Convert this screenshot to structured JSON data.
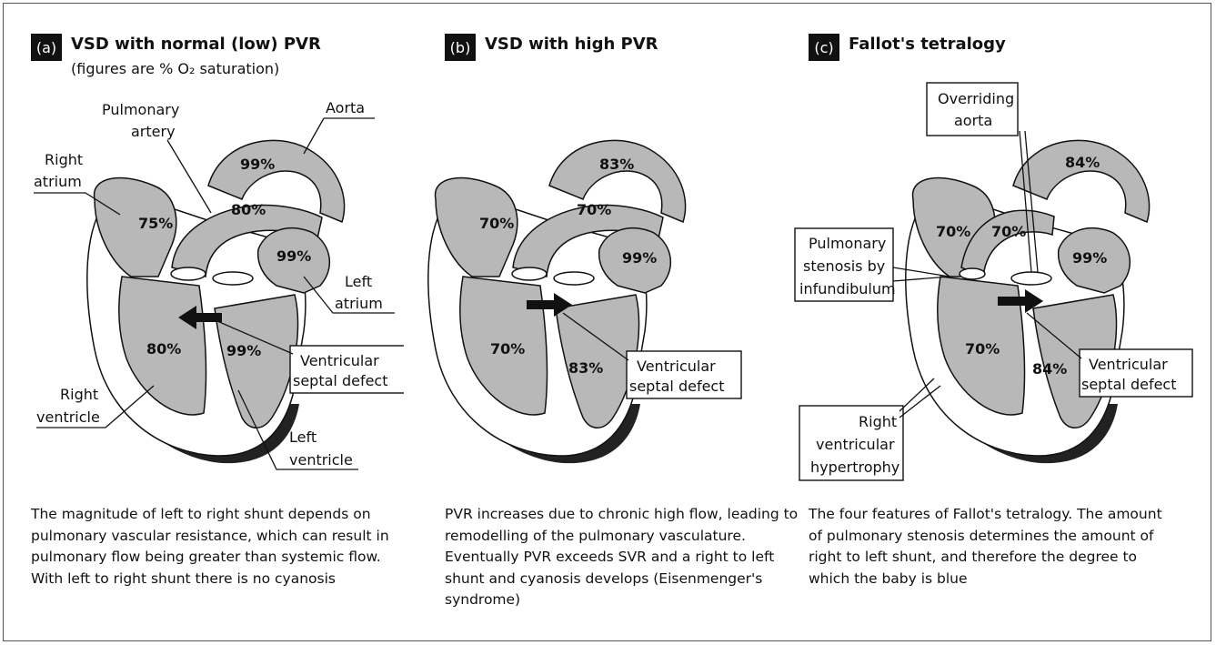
{
  "panels": [
    {
      "tag": "(a)",
      "title": "VSD with normal (low) PVR",
      "subtitle": "(figures are % O₂ saturation)",
      "values": {
        "aorta": "99%",
        "pulmonary_artery": "80%",
        "right_atrium": "75%",
        "left_atrium": "99%",
        "right_ventricle": "80%",
        "left_ventricle": "99%"
      },
      "labels": {
        "pulmonary_artery": "Pulmonary artery",
        "aorta": "Aorta",
        "right_atrium": "Right atrium",
        "left_atrium": "Left atrium",
        "vsd": "Ventricular septal defect",
        "right_ventricle": "Right ventricle",
        "left_ventricle": "Left ventricle"
      },
      "caption": "The magnitude of left to right shunt depends on pulmonary vascular resistance, which can result in pulmonary flow being greater than systemic flow. With left to right shunt there is no cyanosis"
    },
    {
      "tag": "(b)",
      "title": "VSD with high PVR",
      "values": {
        "aorta": "83%",
        "pulmonary_artery": "70%",
        "right_atrium": "70%",
        "left_atrium": "99%",
        "right_ventricle": "70%",
        "left_ventricle": "83%"
      },
      "labels": {
        "vsd": "Ventricular septal defect"
      },
      "caption": "PVR increases due to chronic high flow, leading to remodelling of the pulmonary vasculature. Eventually PVR exceeds SVR and a right to left shunt and cyanosis develops (Eisenmenger's syndrome)"
    },
    {
      "tag": "(c)",
      "title": "Fallot's tetralogy",
      "values": {
        "aorta": "84%",
        "pulmonary_artery": "70%",
        "right_atrium": "70%",
        "left_atrium": "99%",
        "right_ventricle": "70%",
        "left_ventricle": "84%"
      },
      "labels": {
        "overriding_aorta": "Overriding aorta",
        "pulmonary_stenosis": "Pulmonary stenosis by infundibulum",
        "vsd": "Ventricular septal defect",
        "rvh": "Right ventricular hypertrophy"
      },
      "caption": "The four features of Fallot's tetralogy. The amount of pulmonary stenosis determines the amount of right to left shunt, and therefore the degree to which the baby is blue"
    }
  ],
  "colors": {
    "tissue": "#b8b8b8",
    "outline": "#111111",
    "shadow": "#222222",
    "vessel": "#ffffff"
  }
}
